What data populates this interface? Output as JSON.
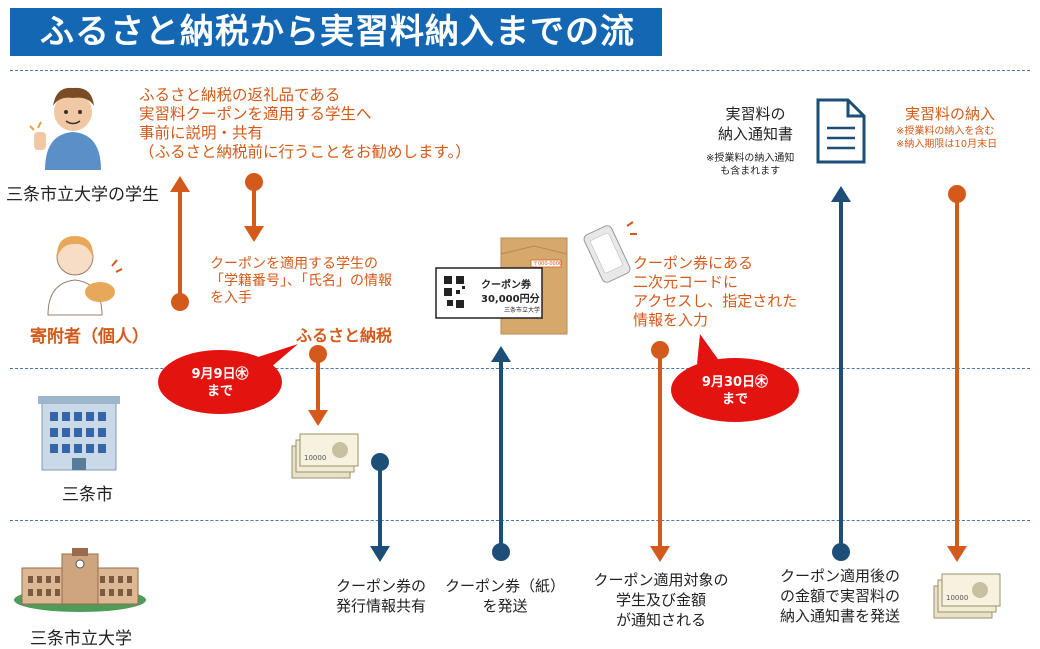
{
  "title": "ふるさと納税から実習料納入までの流れ",
  "actors": {
    "student": "三条市立大学の学生",
    "donor": "寄附者（個人）",
    "city": "三条市",
    "university": "三条市立大学"
  },
  "notes": {
    "explain": "ふるさと納税の返礼品である\n実習料クーポンを適用する学生へ\n事前に説明・共有\n（ふるさと納税前に行うことをお勧めします。）",
    "obtain_info": "クーポンを適用する学生の\n「学籍番号」、「氏名」の情報\nを入手",
    "furusato": "ふるさと納税",
    "access_code": "クーポン券にある\n二次元コードに\nアクセスし、指定された\n情報を入力",
    "notice_doc": "実習料の\n納入通知書",
    "notice_note": "※授業料の納入通知\nも含まれます",
    "payment": "実習料の納入",
    "payment_note": "※授業料の納入を含む\n※納入期限は10月末日"
  },
  "deadlines": {
    "first": "9月9日㊍\nまで",
    "second": "9月30日㊍\nまで"
  },
  "coupon": {
    "label": "クーポン券",
    "amount": "30,000円分",
    "issuer": "三条市立大学",
    "envelope_stamp": "〒000-0000"
  },
  "money_bill": "10000",
  "steps": {
    "share_info": "クーポン券の\n発行情報共有",
    "send_coupon": "クーポン券（紙）\nを発送",
    "notify": "クーポン適用対象の\n学生及び金額\nが通知される",
    "send_notice": "クーポン適用後の\nの金額で実習料の\n納入通知書を発送"
  },
  "colors": {
    "header": "#1467b3",
    "orange": "#d35a1a",
    "navy": "#1d4e78",
    "bubble": "#e3140f"
  }
}
